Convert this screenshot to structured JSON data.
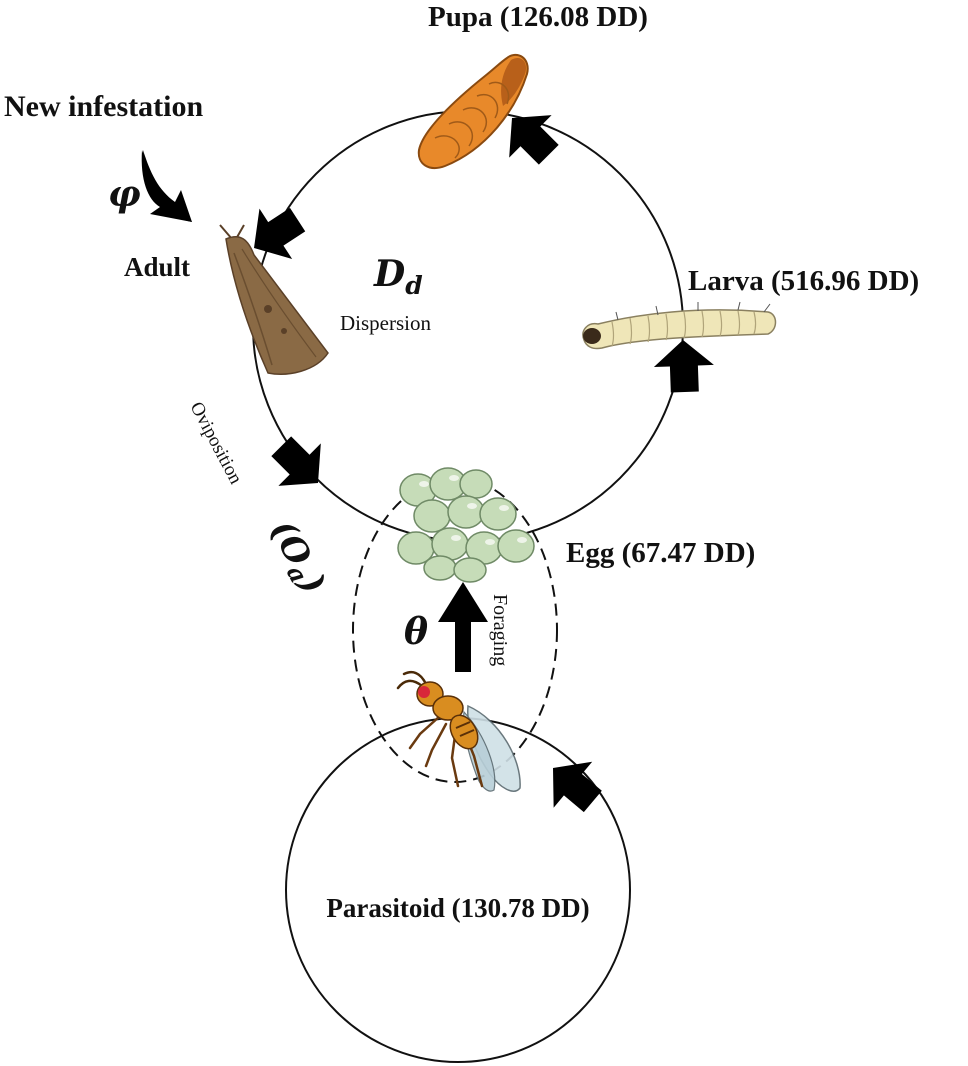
{
  "labels": {
    "pupa": "Pupa (126.08 DD)",
    "new_infestation": "New infestation",
    "phi": "φ",
    "adult": "Adult",
    "dispersion_symbol": "D",
    "dispersion_subscript": "d",
    "dispersion": "Dispersion",
    "larva": "Larva (516.96 DD)",
    "oviposition": "Oviposition",
    "oviposition_symbol": "(O",
    "oviposition_subscript": "a",
    "oviposition_close": ")",
    "egg": "Egg (67.47 DD)",
    "theta": "θ",
    "foraging": "Foraging",
    "parasitoid": "Parasitoid (130.78 DD)"
  },
  "colors": {
    "pupa": "#e8892a",
    "larva": "#efe6b8",
    "adult": "#8a6a45",
    "egg": "#c6dcb8",
    "parasitoid_body": "#d98d20",
    "parasitoid_eye": "#d8283a",
    "arrow": "#000000"
  },
  "icons": [
    "pupa-icon",
    "moth-icon",
    "larva-icon",
    "egg-cluster-icon",
    "parasitoid-wasp-icon"
  ]
}
